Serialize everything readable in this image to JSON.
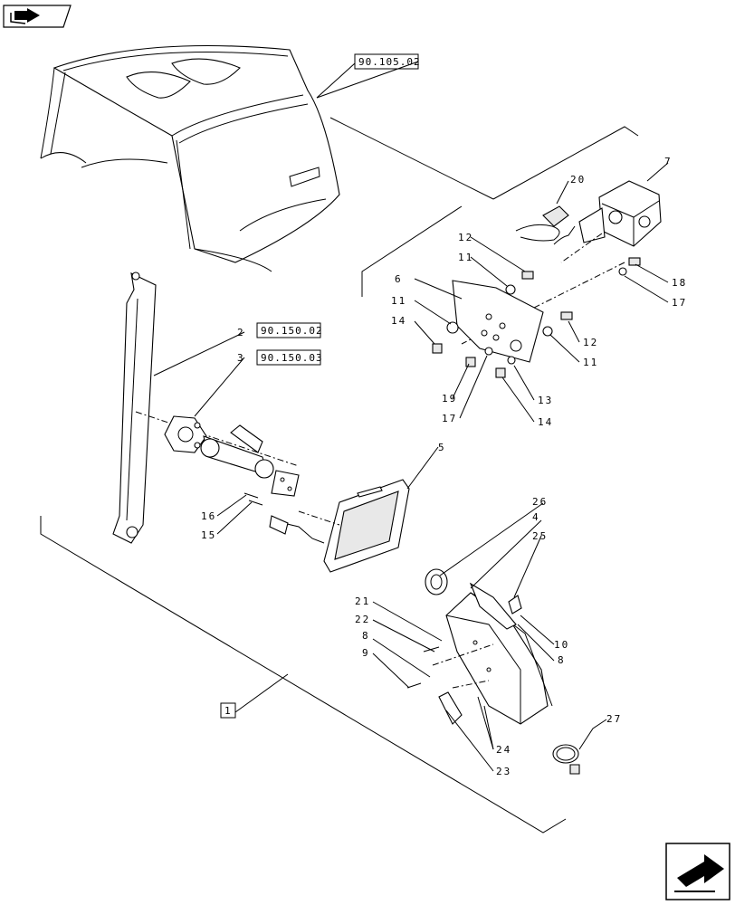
{
  "references": {
    "cab": "90.105.02",
    "item2": "90.150.02",
    "item3": "90.150.03",
    "main": "1"
  },
  "callouts": {
    "c2": "2",
    "c3": "3",
    "c4": "4",
    "c5": "5",
    "c6": "6",
    "c7": "7",
    "c8a": "8",
    "c8b": "8",
    "c9": "9",
    "c10": "10",
    "c11a": "11",
    "c11b": "11",
    "c11c": "11",
    "c12a": "12",
    "c12b": "12",
    "c13": "13",
    "c14a": "14",
    "c14b": "14",
    "c15": "15",
    "c16": "16",
    "c17a": "17",
    "c17b": "17",
    "c18": "18",
    "c19": "19",
    "c20": "20",
    "c21": "21",
    "c22": "22",
    "c23": "23",
    "c24": "24",
    "c25": "25",
    "c26": "26",
    "c27": "27"
  },
  "icons": {
    "top_left": "book-arrow-icon",
    "bottom_right": "page-arrow-icon"
  }
}
